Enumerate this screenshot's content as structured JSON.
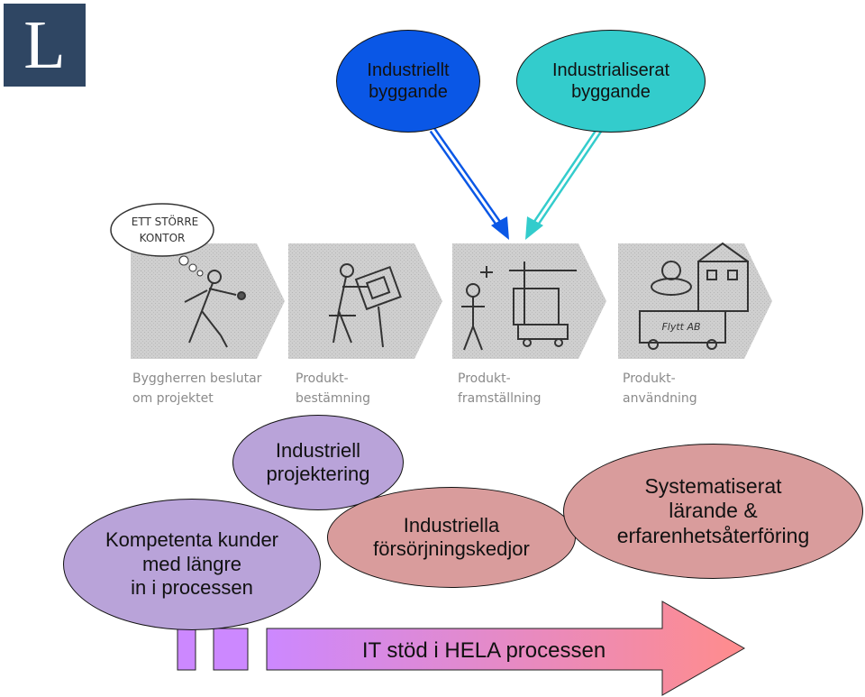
{
  "logo": {
    "letter": "L",
    "color": "#2f4663"
  },
  "top_bubbles": [
    {
      "text": "Industriellt\nbyggande",
      "color": "#0a57e6"
    },
    {
      "text": "Industrialiserat\nbyggande",
      "color": "#33cccc"
    }
  ],
  "stages": [
    {
      "caption_line1": "Byggherren beslutar",
      "caption_line2": "om projektet",
      "thought": [
        "ETT STÖRRE",
        "KONTOR"
      ]
    },
    {
      "caption_line1": "Produkt-",
      "caption_line2": "bestämning"
    },
    {
      "caption_line1": "Produkt-",
      "caption_line2": "framställning"
    },
    {
      "caption_line1": "Produkt-",
      "caption_line2": "användning",
      "truck_text": "Flytt AB"
    }
  ],
  "bottom_bubbles": [
    {
      "text": "Industriell\nprojektering",
      "color": "#b9a3d9"
    },
    {
      "text": "Kompetenta kunder\nmed längre\nin i processen",
      "color": "#b9a3d9"
    },
    {
      "text": "Industriella\nförsörjningskedjor",
      "color": "#d99c9c"
    },
    {
      "text": "Systematiserat\nlärande &\nerfarenhetsåterföring",
      "color": "#d99c9c"
    }
  ],
  "arrow": {
    "label": "IT stöd i HELA processen",
    "color_start": "#cc88ff",
    "color_end": "#ff8c8c"
  }
}
